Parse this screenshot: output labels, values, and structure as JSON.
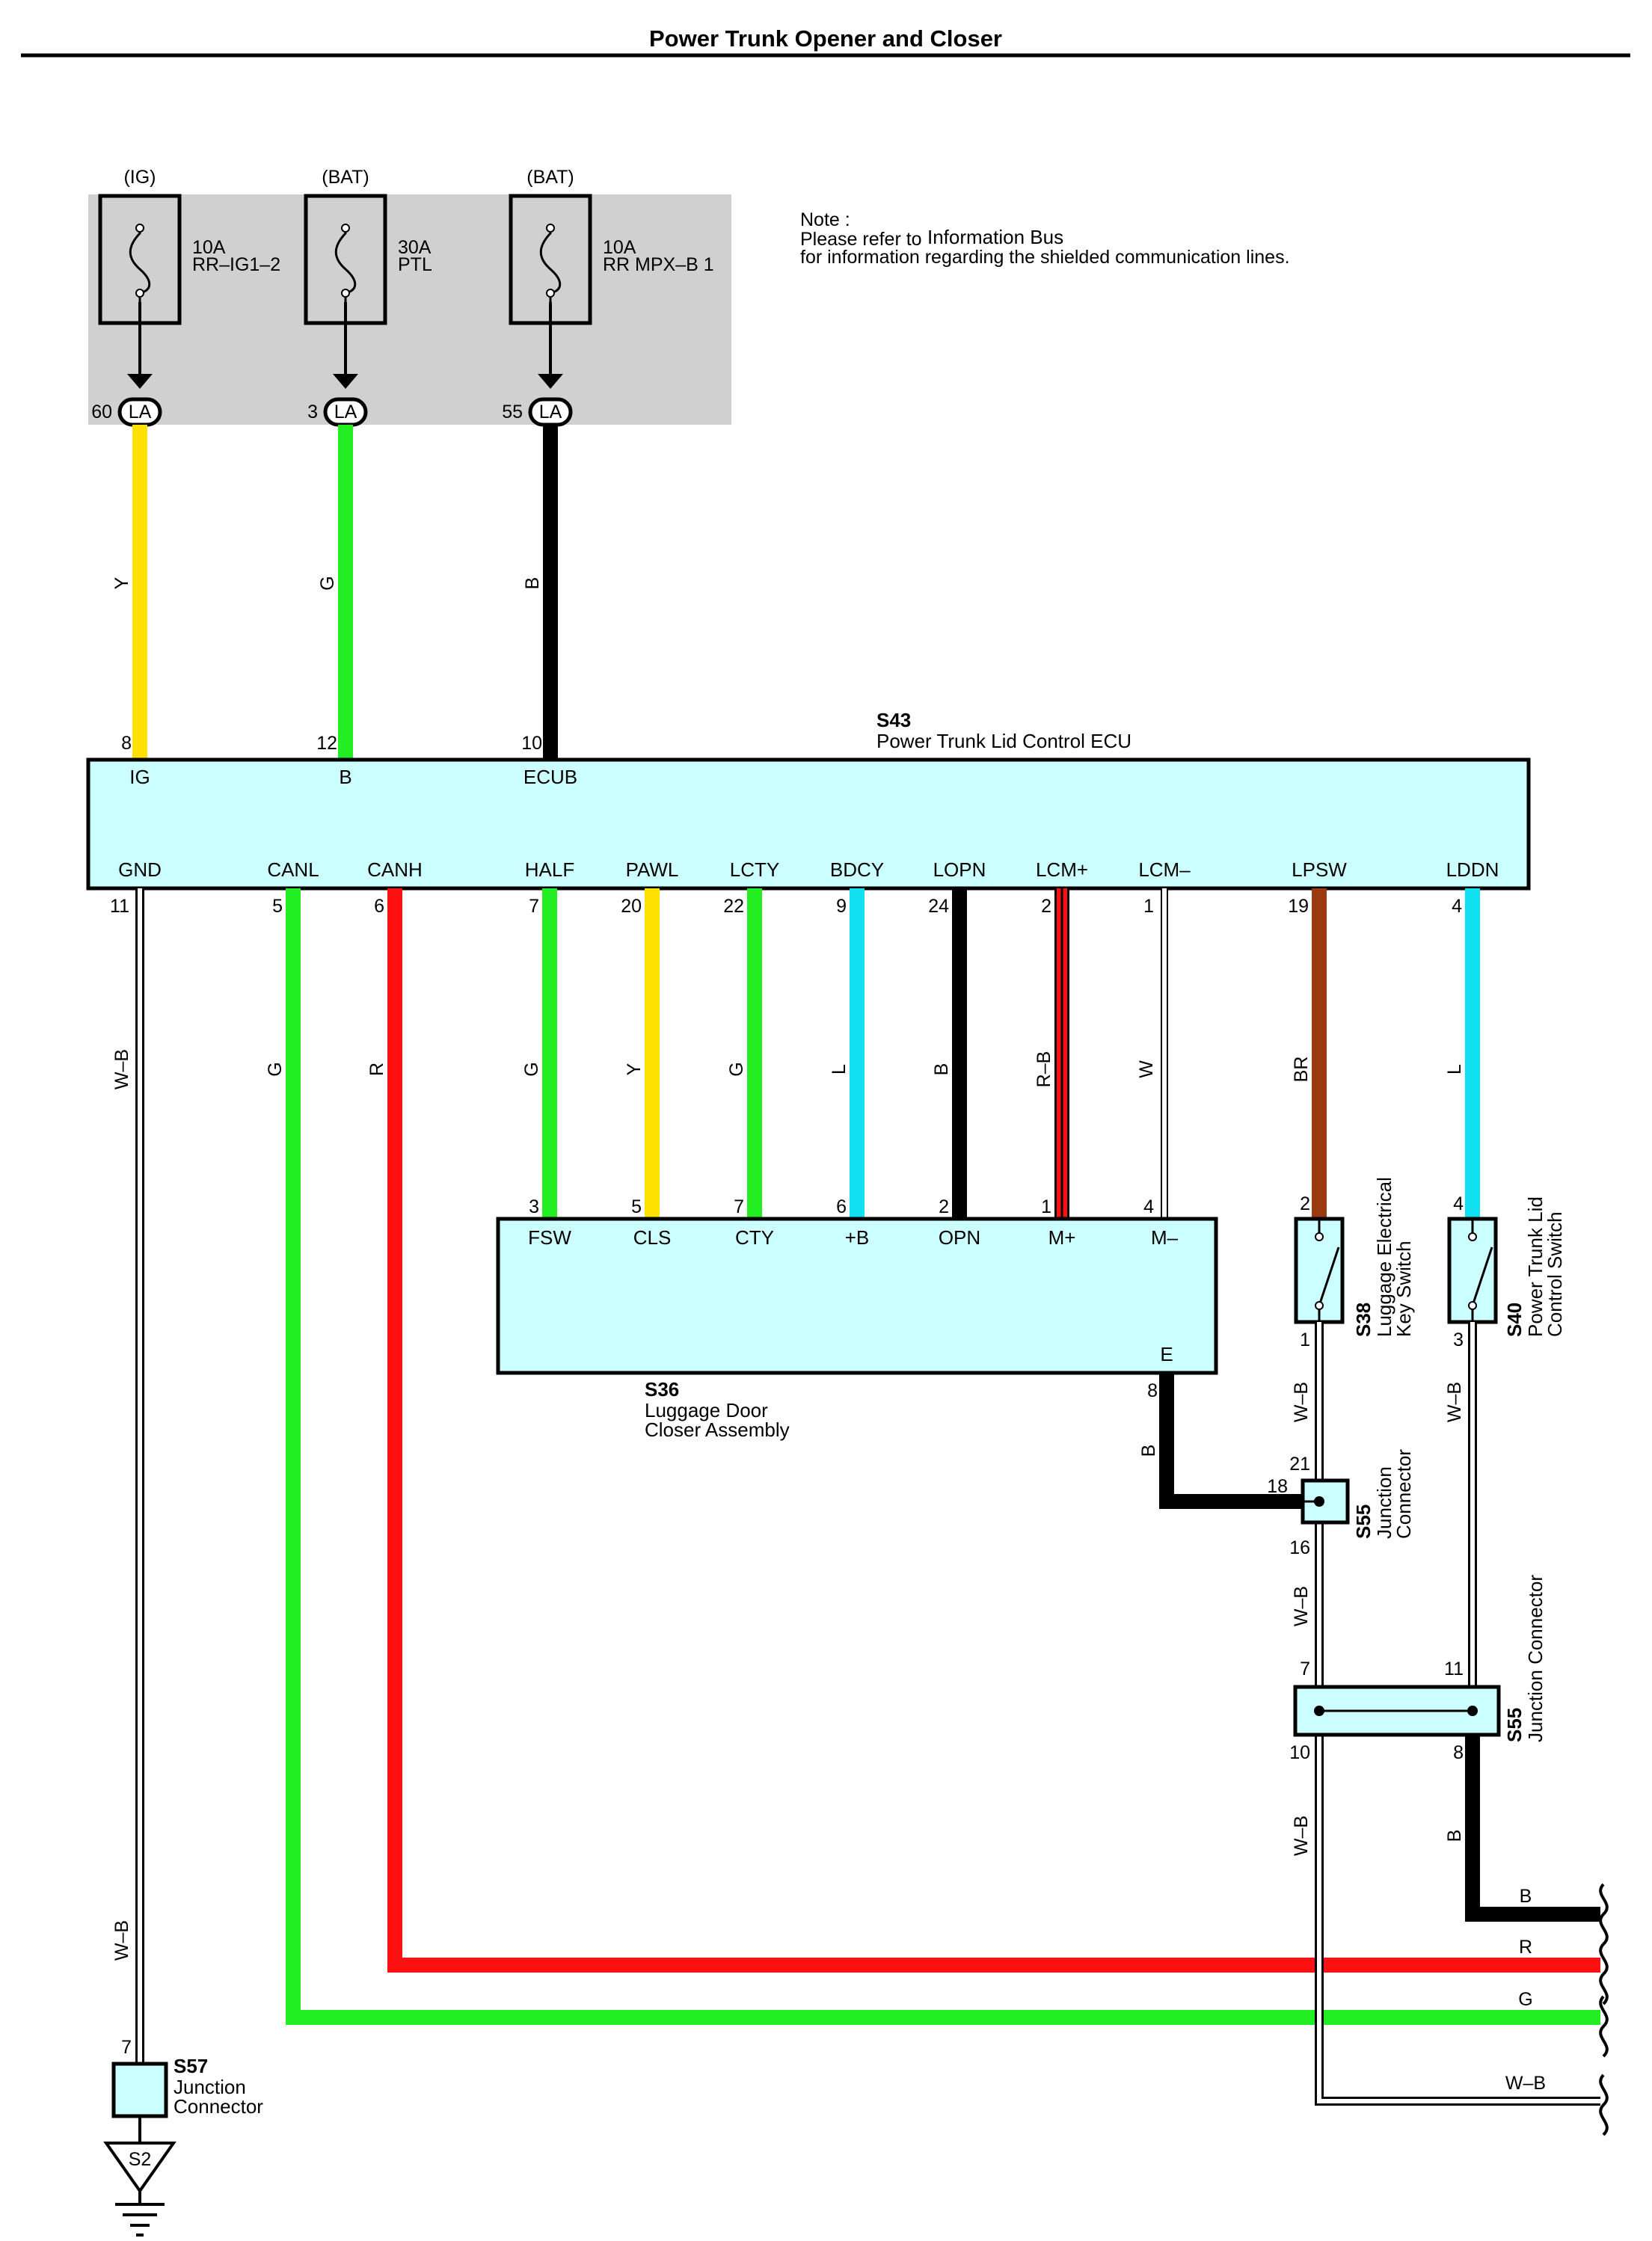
{
  "title": "Power Trunk Opener and Closer",
  "note": {
    "line1": "Note :",
    "line2a": "Please refer to",
    "line2b": "Information Bus",
    "line3": "for information regarding the shielded communication lines."
  },
  "fuses": [
    {
      "source": "(IG)",
      "rating": "10A",
      "name": "RR–IG1–2",
      "pin": "60",
      "connector": "LA",
      "wire": "Y",
      "color": "#ffe000"
    },
    {
      "source": "(BAT)",
      "rating": "30A",
      "name": "PTL",
      "pin": "3",
      "connector": "LA",
      "wire": "G",
      "color": "#22ee22"
    },
    {
      "source": "(BAT)",
      "rating": "10A",
      "name": "RR MPX–B 1",
      "pin": "55",
      "connector": "LA",
      "wire": "B",
      "color": "#000000"
    }
  ],
  "ecu": {
    "code": "S43",
    "name": "Power Trunk Lid Control ECU",
    "top_pins": [
      {
        "num": "8",
        "label": "IG"
      },
      {
        "num": "12",
        "label": "B"
      },
      {
        "num": "10",
        "label": "ECUB"
      }
    ],
    "bottom_pins": [
      {
        "num": "11",
        "label": "GND",
        "wire": "W–B"
      },
      {
        "num": "5",
        "label": "CANL",
        "wire": "G"
      },
      {
        "num": "6",
        "label": "CANH",
        "wire": "R"
      },
      {
        "num": "7",
        "label": "HALF",
        "wire": "G"
      },
      {
        "num": "20",
        "label": "PAWL",
        "wire": "Y"
      },
      {
        "num": "22",
        "label": "LCTY",
        "wire": "G"
      },
      {
        "num": "9",
        "label": "BDCY",
        "wire": "L"
      },
      {
        "num": "24",
        "label": "LOPN",
        "wire": "B"
      },
      {
        "num": "2",
        "label": "LCM+",
        "wire": "R–B"
      },
      {
        "num": "1",
        "label": "LCM–",
        "wire": "W"
      },
      {
        "num": "19",
        "label": "LPSW",
        "wire": "BR"
      },
      {
        "num": "4",
        "label": "LDDN",
        "wire": "L"
      }
    ]
  },
  "closer": {
    "code": "S36",
    "name_line1": "Luggage Door",
    "name_line2": "Closer Assembly",
    "pins": [
      {
        "num": "3",
        "label": "FSW"
      },
      {
        "num": "5",
        "label": "CLS"
      },
      {
        "num": "7",
        "label": "CTY"
      },
      {
        "num": "6",
        "label": "+B"
      },
      {
        "num": "2",
        "label": "OPN"
      },
      {
        "num": "1",
        "label": "M+"
      },
      {
        "num": "4",
        "label": "M–"
      }
    ],
    "ground_label": "E",
    "ground_pin": "8",
    "ground_wire": "B"
  },
  "key_switch": {
    "code": "S38",
    "line1": "Luggage Electrical",
    "line2": "Key Switch",
    "pin_top": "2",
    "pin_bottom": "1",
    "wire": "W–B"
  },
  "lid_switch": {
    "code": "S40",
    "line1": "Power Trunk Lid",
    "line2": "Control Switch",
    "pin_top": "4",
    "pin_bottom": "3",
    "wire": "W–B"
  },
  "jc_upper": {
    "code": "S55",
    "line1": "Junction",
    "line2": "Connector",
    "pin_top": "21",
    "pin_left": "18",
    "pin_bottom": "16",
    "wire": "W–B"
  },
  "jc_lower": {
    "code": "S55",
    "name": "Junction Connector",
    "pin_tl": "7",
    "pin_tr": "11",
    "pin_bl": "10",
    "pin_br": "8",
    "wire_left": "W–B",
    "wire_right": "B"
  },
  "jc_ground": {
    "code": "S57",
    "line1": "Junction",
    "line2": "Connector",
    "pin": "7",
    "wire": "W–B"
  },
  "ground": {
    "label": "S2"
  },
  "exits": [
    {
      "wire": "B"
    },
    {
      "wire": "R"
    },
    {
      "wire": "G"
    },
    {
      "wire": "W–B"
    }
  ],
  "colors": {
    "ecu_fill": "#ccffff",
    "fuse_panel": "#d0d0d0",
    "yellow": "#ffe000",
    "green": "#22ee22",
    "red": "#ff1111",
    "cyan": "#11e0f0",
    "brown": "#9a3a10",
    "black": "#000000"
  }
}
